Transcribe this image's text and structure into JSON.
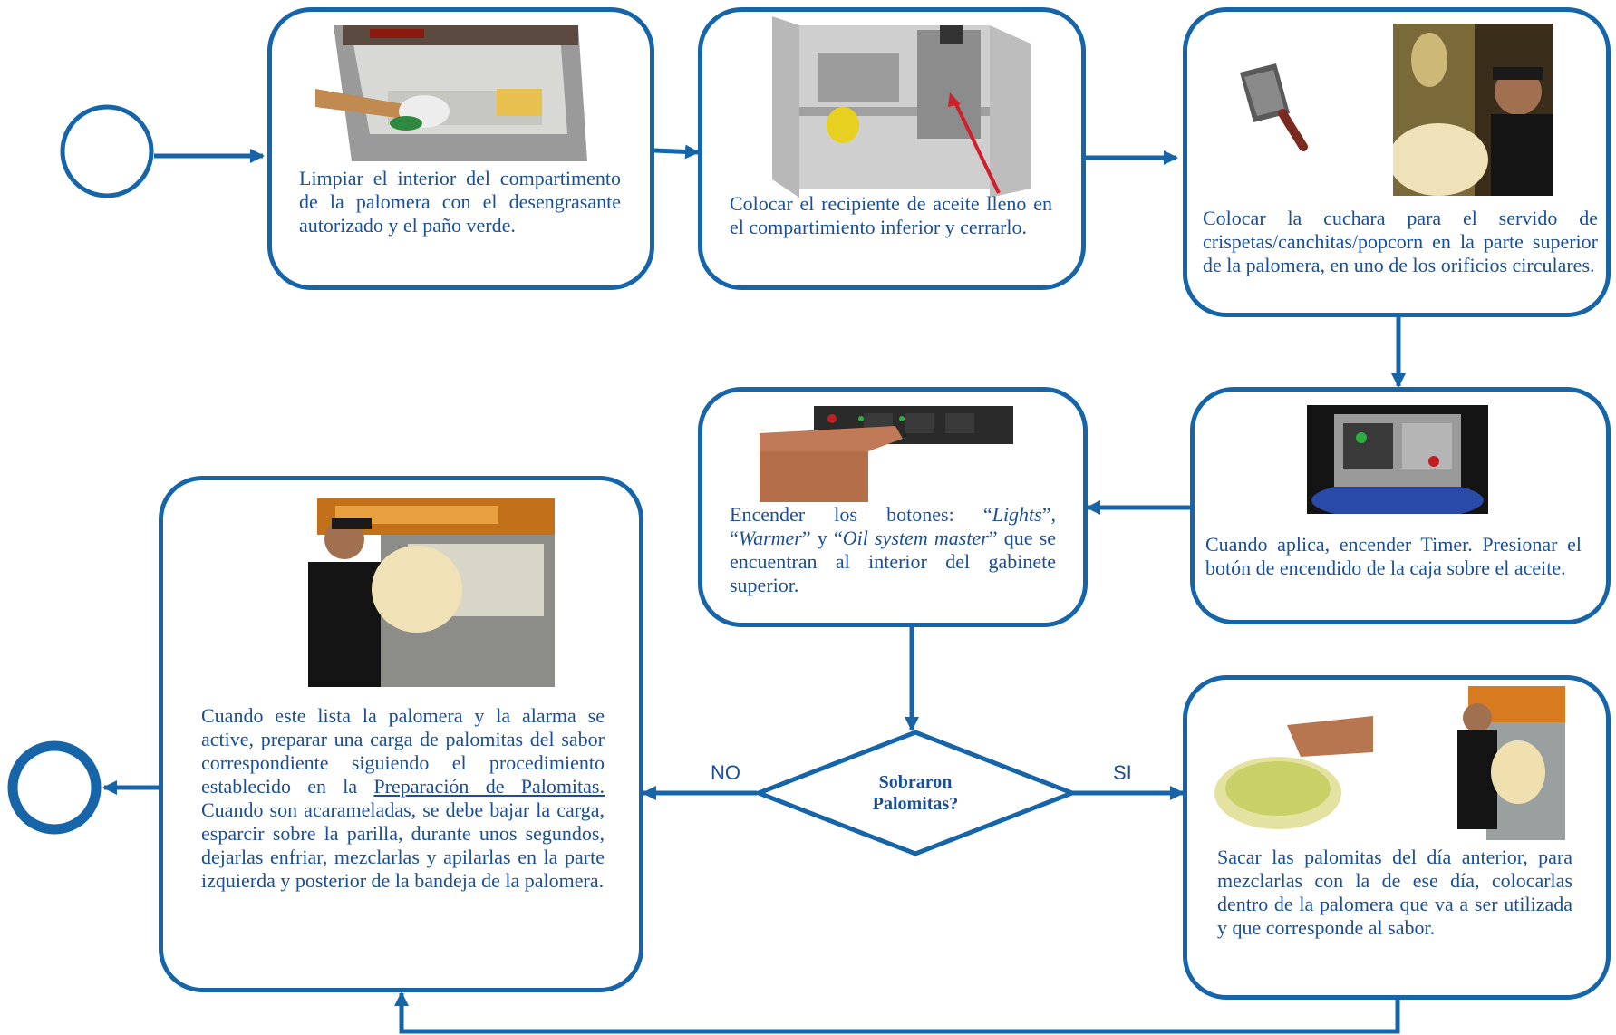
{
  "colors": {
    "primary": "#1565a8",
    "text": "#1a4f95",
    "arrow_red": "#d0202a"
  },
  "steps": {
    "clean": {
      "text": "Limpiar el interior del compartimento de la palomera con el desengrasante autorizado y el paño verde."
    },
    "oil": {
      "text": "Colocar el recipiente de aceite lleno en el compartimiento inferior y cerrarlo."
    },
    "spoon": {
      "text": "Colocar la cuchara para el servido de crispetas/canchitas/popcorn en la parte superior de la palomera, en uno de los orificios circulares."
    },
    "timer": {
      "text": "Cuando aplica, encender Timer. Presionar el botón de encendido de la caja sobre el aceite."
    },
    "buttons": {
      "prefix": "Encender los botones: “",
      "lights": "Lights",
      "sep1": "”, “",
      "warmer": "Warmer",
      "sep2": "” y “",
      "oil_master": "Oil system master",
      "suffix": "” que se encuentran al interior del gabinete superior."
    },
    "leftovers": {
      "text": "Sacar las palomitas del día anterior, para mezclarlas con la de ese día, colocarlas dentro de la palomera que va a ser utilizada y que corresponde al sabor."
    },
    "prepare": {
      "text_before": "Cuando este lista la palomera y la alarma se active, preparar una carga de palomitas del sabor correspondiente siguiendo el procedimiento establecido en la ",
      "link": "Preparación de Palomitas.",
      "text_after": " Cuando son acarameladas, se debe bajar la carga, esparcir sobre la parilla, durante unos segundos, dejarlas enfriar, mezclarlas y apilarlas en la parte izquierda y posterior de la bandeja de la palomera."
    }
  },
  "decision": {
    "text": "Sobraron Palomitas?",
    "no_label": "NO",
    "yes_label": "SI"
  },
  "images": {
    "clean": "photo-cleaning-compartment",
    "oil": "photo-oil-container-cabinet",
    "spoon_tool": "photo-serving-scoop",
    "spoon_use": "photo-worker-scooping-popcorn",
    "timer": "photo-timer-box",
    "buttons": "photo-finger-pressing-buttons",
    "leftovers_bag": "photo-popcorn-bag",
    "leftovers_worker": "photo-worker-emptying-bag",
    "prepare": "photo-worker-at-popcorn-machine"
  }
}
